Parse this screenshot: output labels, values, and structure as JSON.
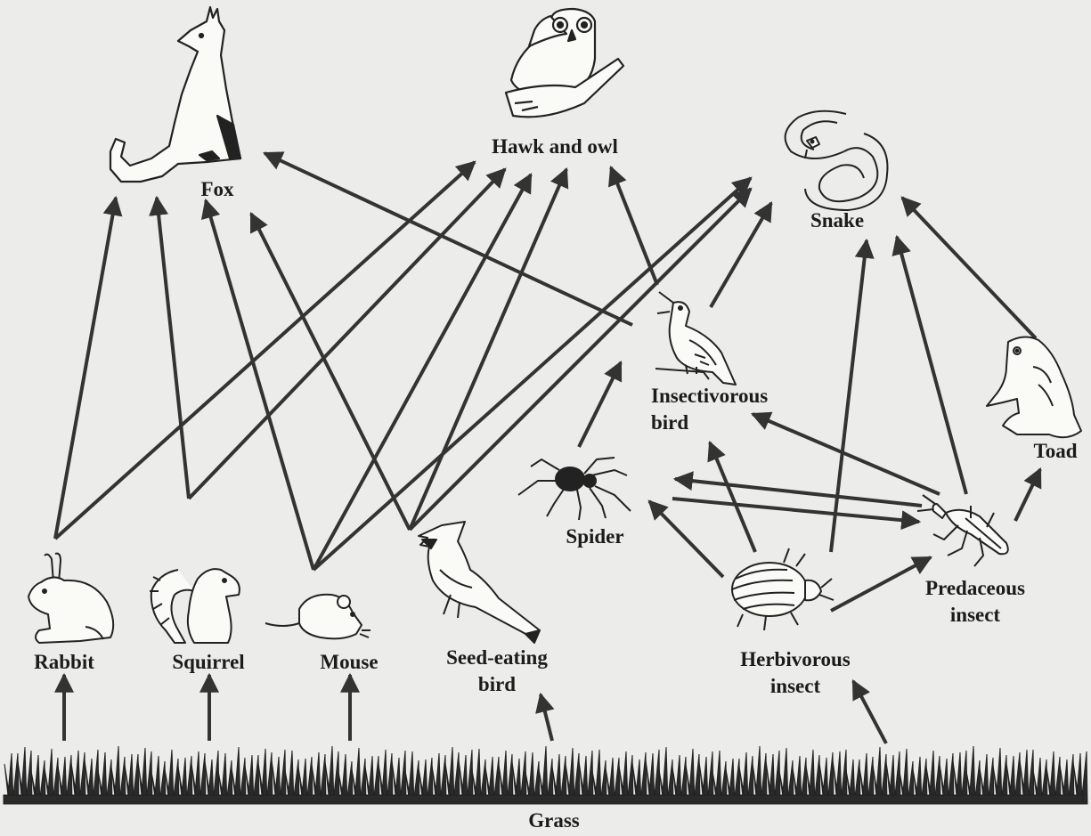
{
  "title": "",
  "organisms": {
    "fox": "Fox",
    "hawk_owl": "Hawk and owl",
    "snake": "Snake",
    "insectivorous_bird": [
      "Insectivorous",
      "bird"
    ],
    "toad": "Toad",
    "spider": "Spider",
    "predaceous_insect": [
      "Predaceous",
      "insect"
    ],
    "rabbit": "Rabbit",
    "squirrel": "Squirrel",
    "mouse": "Mouse",
    "seed_eating_bird": [
      "Seed-eating",
      "bird"
    ],
    "herbivorous_insect": [
      "Herbivorous",
      "insect"
    ],
    "grass": "Grass"
  },
  "feeding_links": [
    {
      "from": "Grass",
      "to": "Rabbit"
    },
    {
      "from": "Grass",
      "to": "Squirrel"
    },
    {
      "from": "Grass",
      "to": "Mouse"
    },
    {
      "from": "Grass",
      "to": "Seed-eating bird"
    },
    {
      "from": "Grass",
      "to": "Herbivorous insect"
    },
    {
      "from": "Rabbit",
      "to": "Fox"
    },
    {
      "from": "Rabbit",
      "to": "Hawk and owl"
    },
    {
      "from": "Squirrel",
      "to": "Fox"
    },
    {
      "from": "Squirrel",
      "to": "Hawk and owl"
    },
    {
      "from": "Mouse",
      "to": "Fox"
    },
    {
      "from": "Mouse",
      "to": "Hawk and owl"
    },
    {
      "from": "Mouse",
      "to": "Snake"
    },
    {
      "from": "Seed-eating bird",
      "to": "Fox"
    },
    {
      "from": "Seed-eating bird",
      "to": "Hawk and owl"
    },
    {
      "from": "Seed-eating bird",
      "to": "Snake"
    },
    {
      "from": "Insectivorous bird",
      "to": "Fox"
    },
    {
      "from": "Insectivorous bird",
      "to": "Hawk and owl"
    },
    {
      "from": "Insectivorous bird",
      "to": "Snake"
    },
    {
      "from": "Spider",
      "to": "Insectivorous bird"
    },
    {
      "from": "Spider",
      "to": "Predaceous insect"
    },
    {
      "from": "Herbivorous insect",
      "to": "Spider"
    },
    {
      "from": "Herbivorous insect",
      "to": "Insectivorous bird"
    },
    {
      "from": "Herbivorous insect",
      "to": "Predaceous insect"
    },
    {
      "from": "Herbivorous insect",
      "to": "Snake"
    },
    {
      "from": "Predaceous insect",
      "to": "Spider"
    },
    {
      "from": "Predaceous insect",
      "to": "Insectivorous bird"
    },
    {
      "from": "Predaceous insect",
      "to": "Toad"
    },
    {
      "from": "Predaceous insect",
      "to": "Snake"
    },
    {
      "from": "Toad",
      "to": "Snake"
    }
  ],
  "colors": {
    "ink": "#1b1b1b",
    "arrow": "#333333",
    "paper": "#ececea"
  },
  "icons": [
    "fox-icon",
    "owl-icon",
    "snake-icon",
    "bird-icon",
    "toad-icon",
    "spider-icon",
    "beetle-icon",
    "rabbit-icon",
    "squirrel-icon",
    "mouse-icon",
    "cardinal-icon",
    "grass-icon"
  ]
}
